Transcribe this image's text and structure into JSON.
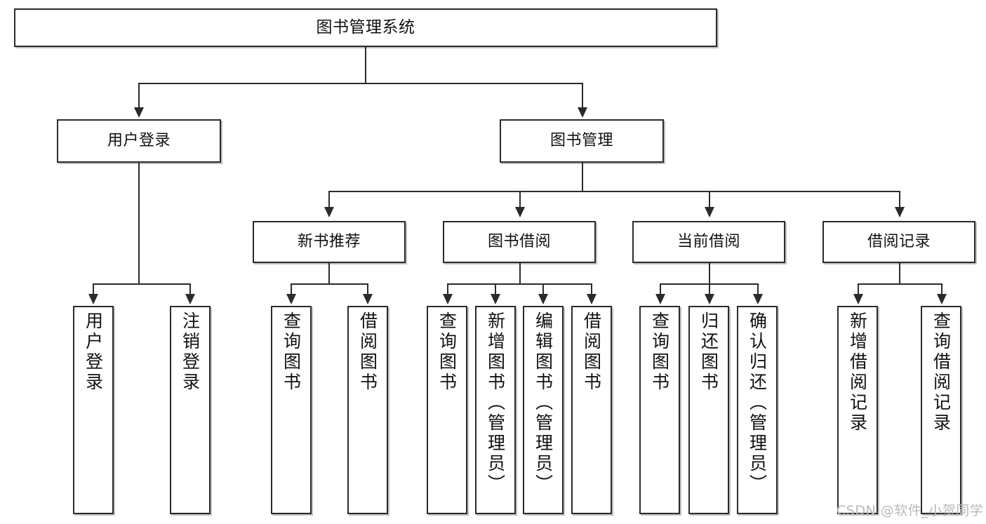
{
  "diagram": {
    "type": "tree",
    "title": "图书管理系统",
    "root": {
      "id": "root",
      "label": "图书管理系统",
      "orientation": "horizontal"
    },
    "level2": [
      {
        "id": "user-login",
        "label": "用户登录",
        "orientation": "horizontal"
      },
      {
        "id": "book-manage",
        "label": "图书管理",
        "orientation": "horizontal"
      }
    ],
    "level3": [
      {
        "id": "new-book-recommend",
        "label": "新书推荐",
        "orientation": "horizontal",
        "parent": "book-manage"
      },
      {
        "id": "book-borrow",
        "label": "图书借阅",
        "orientation": "horizontal",
        "parent": "book-manage"
      },
      {
        "id": "current-borrow",
        "label": "当前借阅",
        "orientation": "horizontal",
        "parent": "book-manage"
      },
      {
        "id": "borrow-record",
        "label": "借阅记录",
        "orientation": "horizontal",
        "parent": "book-manage"
      }
    ],
    "leaves": [
      {
        "id": "leaf-user-login",
        "label": "用户登录",
        "parent": "user-login"
      },
      {
        "id": "leaf-logout-login",
        "label": "注销登录",
        "parent": "user-login"
      },
      {
        "id": "leaf-query-book-1",
        "label": "查询图书",
        "parent": "new-book-recommend"
      },
      {
        "id": "leaf-borrow-book-1",
        "label": "借阅图书",
        "parent": "new-book-recommend"
      },
      {
        "id": "leaf-query-book-2",
        "label": "查询图书",
        "parent": "book-borrow"
      },
      {
        "id": "leaf-add-book-admin",
        "label": "新增图书（管理员）",
        "parent": "book-borrow"
      },
      {
        "id": "leaf-edit-book-admin",
        "label": "编辑图书（管理员）",
        "parent": "book-borrow"
      },
      {
        "id": "leaf-borrow-book-2",
        "label": "借阅图书",
        "parent": "book-borrow"
      },
      {
        "id": "leaf-query-book-3",
        "label": "查询图书",
        "parent": "current-borrow"
      },
      {
        "id": "leaf-return-book",
        "label": "归还图书",
        "parent": "current-borrow"
      },
      {
        "id": "leaf-confirm-return-admin",
        "label": "确认归还（管理员）",
        "parent": "current-borrow"
      },
      {
        "id": "leaf-add-borrow-record",
        "label": "新增借阅记录",
        "parent": "borrow-record"
      },
      {
        "id": "leaf-query-borrow-record",
        "label": "查询借阅记录",
        "parent": "borrow-record"
      }
    ]
  },
  "watermark": {
    "text": "CSDN @软件_小贺同学"
  },
  "colors": {
    "border": "#2b2b2b",
    "background": "#ffffff",
    "text": "#111111",
    "watermark": "#b9b9b9"
  }
}
